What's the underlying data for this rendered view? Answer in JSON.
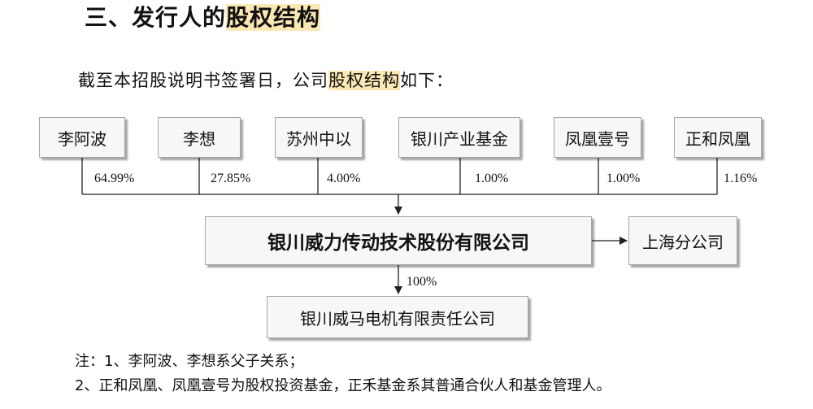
{
  "heading": {
    "prefix": "三、发行人的",
    "highlight": "股权结构"
  },
  "intro": {
    "prefix": "截至本招股说明书签署日，公司",
    "highlight": "股权结构",
    "suffix": "如下："
  },
  "shareholders": [
    {
      "name": "李阿波",
      "pct": "64.99%"
    },
    {
      "name": "李想",
      "pct": "27.85%"
    },
    {
      "name": "苏州中以",
      "pct": "4.00%"
    },
    {
      "name": "银川产业基金",
      "pct": "1.00%"
    },
    {
      "name": "凤凰壹号",
      "pct": "1.00%"
    },
    {
      "name": "正和凤凰",
      "pct": "1.16%"
    }
  ],
  "company": "银川威力传动技术股份有限公司",
  "branch": "上海分公司",
  "subsidiary": {
    "name": "银川威马电机有限责任公司",
    "pct": "100%"
  },
  "notes": [
    "注：1、李阿波、李想系父子关系；",
    "2、正和凤凰、凤凰壹号为股权投资基金，正禾基金系其普通合伙人和基金管理人。"
  ],
  "colors": {
    "highlight": "#fbe8b4",
    "box_fill": "#f7f7f7",
    "box_border": "#a6a6a6"
  }
}
